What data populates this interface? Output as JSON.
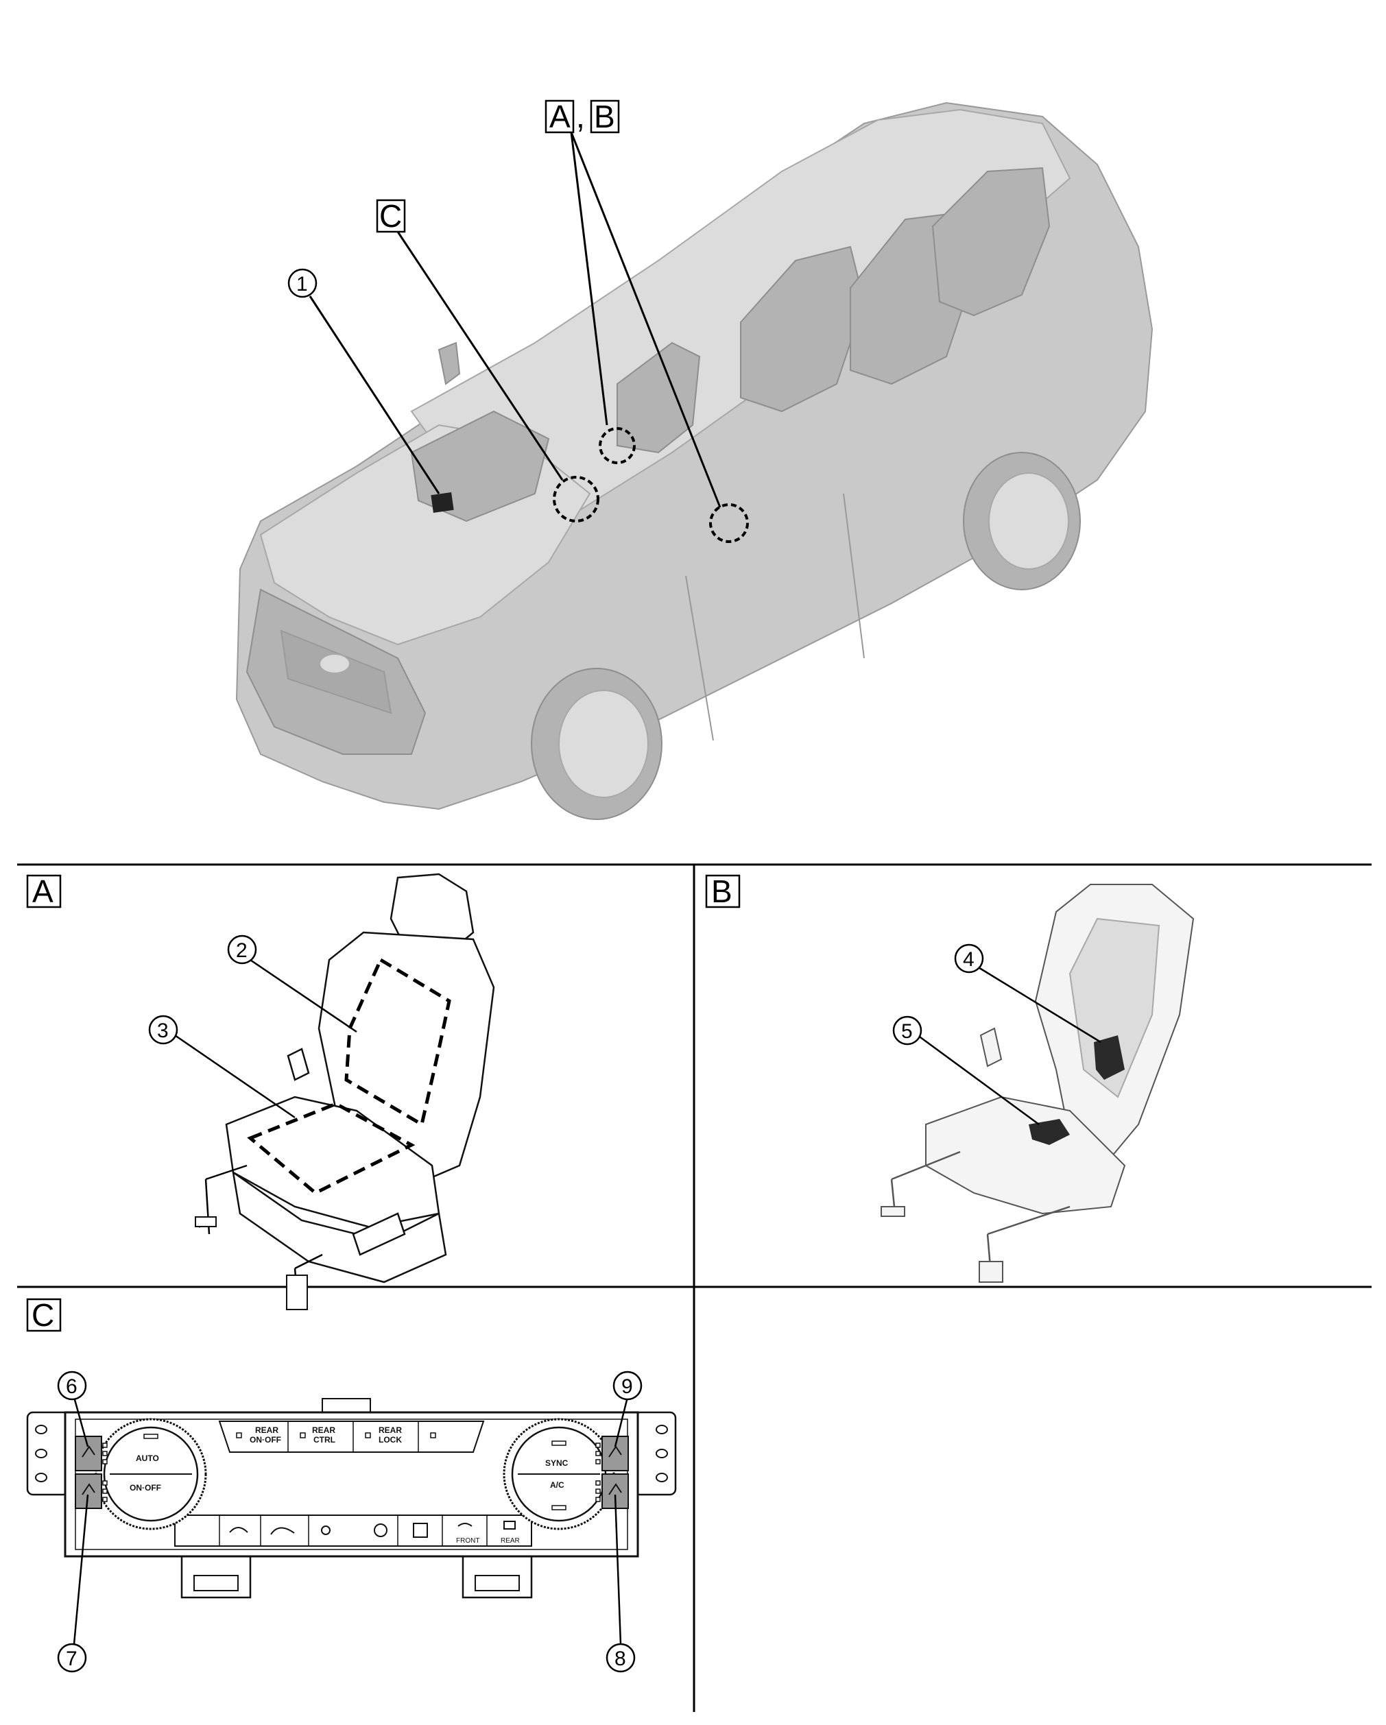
{
  "overview": {
    "label_ab": {
      "a": "A",
      "sep": ",",
      "b": "B"
    },
    "label_c": "C",
    "callout_1": "1"
  },
  "panels": {
    "a": {
      "label": "A",
      "callout_2": "2",
      "callout_3": "3"
    },
    "b": {
      "label": "B",
      "callout_4": "4",
      "callout_5": "5"
    },
    "c": {
      "label": "C",
      "callout_6": "6",
      "callout_7": "7",
      "callout_8": "8",
      "callout_9": "9",
      "control_panel": {
        "rear_on_off_1": "REAR",
        "rear_on_off_2": "ON·OFF",
        "rear_ctrl_1": "REAR",
        "rear_ctrl_2": "CTRL",
        "rear_lock_1": "REAR",
        "rear_lock_2": "LOCK",
        "auto": "AUTO",
        "on_off": "ON·OFF",
        "sync": "SYNC",
        "ac": "A/C",
        "front": "FRONT",
        "rear": "REAR"
      }
    }
  }
}
